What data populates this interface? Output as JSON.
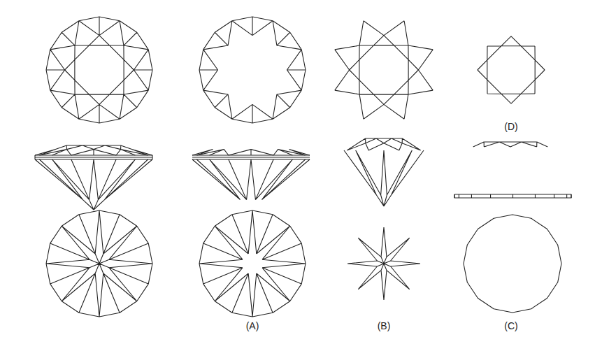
{
  "diagram": {
    "labels": [
      "(A)",
      "(B)",
      "(C)",
      "(D)"
    ]
  }
}
